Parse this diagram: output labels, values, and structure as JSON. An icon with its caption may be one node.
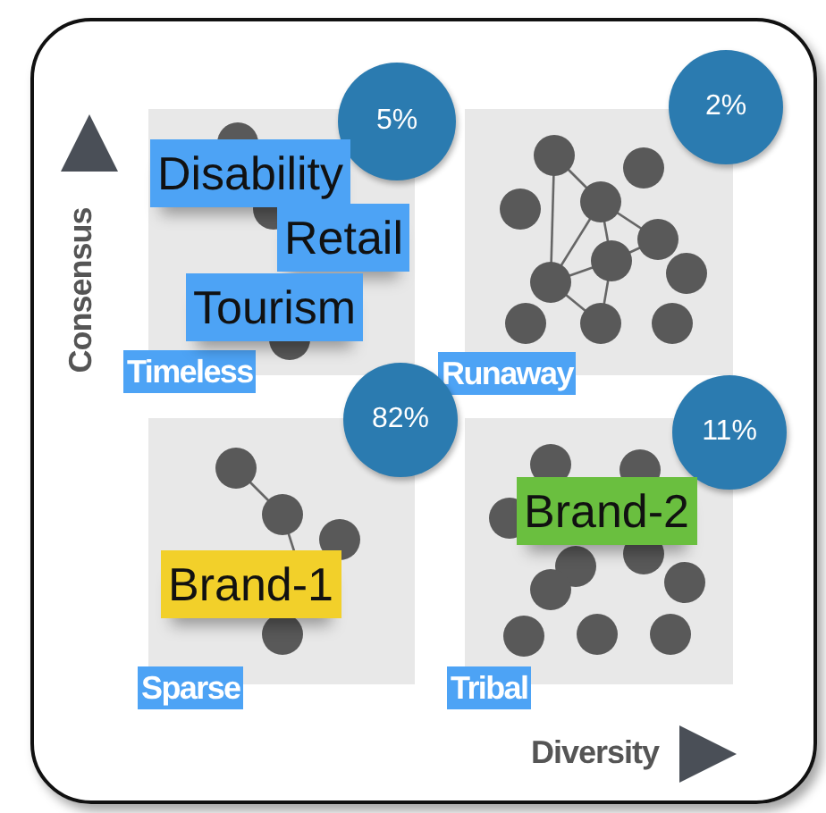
{
  "diagram": {
    "nodes": [
      {
        "text": [
          "Timeless"
        ]
      },
      {
        "text": [
          "5%"
        ]
      },
      {
        "text": [
          "Disability"
        ],
        "in": 0
      },
      {
        "text": [
          "Retail"
        ],
        "in": 0
      },
      {
        "text": [
          "Tourism"
        ],
        "in": 0
      },
      {
        "text": [
          "Runaway"
        ]
      },
      {
        "text": [
          "2%"
        ]
      },
      {
        "text": [
          "Sparse"
        ]
      },
      {
        "text": [
          "82%"
        ]
      },
      {
        "text": [
          "Brand-1"
        ],
        "in": 7
      },
      {
        "text": [
          "Tribal"
        ]
      },
      {
        "text": [
          "11%"
        ]
      },
      {
        "text": [
          "Brand-2"
        ],
        "in": 10
      }
    ],
    "labels": [
      "Consensus",
      "Diversity"
    ]
  }
}
